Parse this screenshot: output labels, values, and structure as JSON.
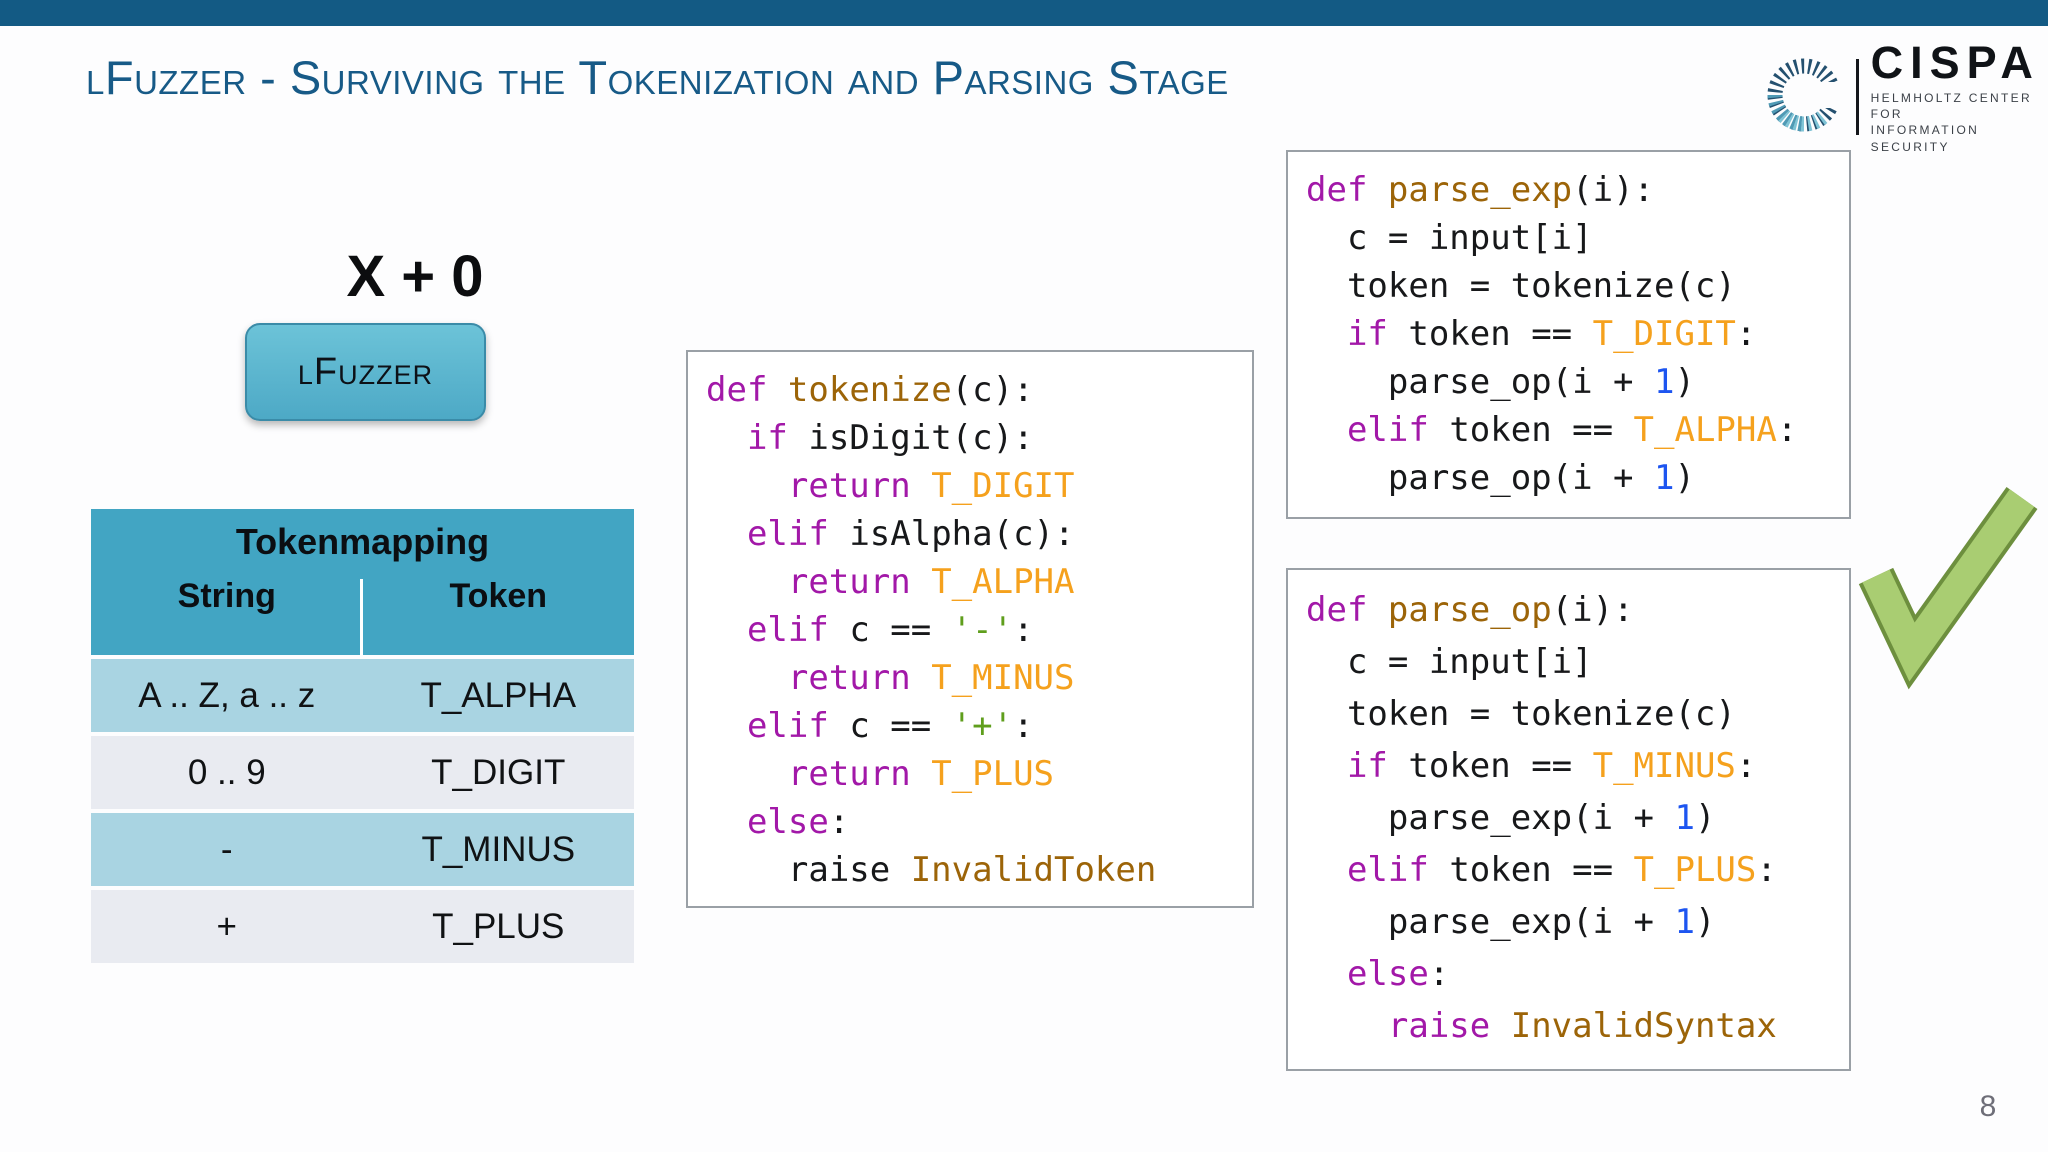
{
  "slide": {
    "title": "lFuzzer - Surviving the Tokenization and Parsing Stage",
    "page_number": "8"
  },
  "logo": {
    "name": "CISPA",
    "subtitle_line1": "HELMHOLTZ CENTER FOR",
    "subtitle_line2": "INFORMATION SECURITY"
  },
  "example": {
    "input": "X + 0",
    "tool_label": "lFuzzer"
  },
  "token_table": {
    "title": "Tokenmapping",
    "columns": [
      "String",
      "Token"
    ],
    "rows": [
      {
        "string": "A .. Z, a .. z",
        "token": "T_ALPHA"
      },
      {
        "string": "0 .. 9",
        "token": "T_DIGIT"
      },
      {
        "string": "-",
        "token": "T_MINUS"
      },
      {
        "string": "+",
        "token": "T_PLUS"
      }
    ]
  },
  "code": {
    "tokenize": [
      [
        [
          "k",
          "def"
        ],
        [
          "p",
          " "
        ],
        [
          "f",
          "tokenize"
        ],
        [
          "p",
          "(c):"
        ]
      ],
      [
        [
          "p",
          "  "
        ],
        [
          "k",
          "if"
        ],
        [
          "p",
          " isDigit(c):"
        ]
      ],
      [
        [
          "p",
          "    "
        ],
        [
          "k",
          "return"
        ],
        [
          "p",
          " "
        ],
        [
          "t",
          "T_DIGIT"
        ]
      ],
      [
        [
          "p",
          "  "
        ],
        [
          "k",
          "elif"
        ],
        [
          "p",
          " isAlpha(c):"
        ]
      ],
      [
        [
          "p",
          "    "
        ],
        [
          "k",
          "return"
        ],
        [
          "p",
          " "
        ],
        [
          "t",
          "T_ALPHA"
        ]
      ],
      [
        [
          "p",
          "  "
        ],
        [
          "k",
          "elif"
        ],
        [
          "p",
          " c == "
        ],
        [
          "s",
          "'-'"
        ],
        [
          "p",
          ":"
        ]
      ],
      [
        [
          "p",
          "    "
        ],
        [
          "k",
          "return"
        ],
        [
          "p",
          " "
        ],
        [
          "t",
          "T_MINUS"
        ]
      ],
      [
        [
          "p",
          "  "
        ],
        [
          "k",
          "elif"
        ],
        [
          "p",
          " c == "
        ],
        [
          "s",
          "'+'"
        ],
        [
          "p",
          ":"
        ]
      ],
      [
        [
          "p",
          "    "
        ],
        [
          "k",
          "return"
        ],
        [
          "p",
          " "
        ],
        [
          "t",
          "T_PLUS"
        ]
      ],
      [
        [
          "p",
          "  "
        ],
        [
          "k",
          "else"
        ],
        [
          "p",
          ":"
        ]
      ],
      [
        [
          "p",
          "    raise "
        ],
        [
          "f",
          "InvalidToken"
        ]
      ]
    ],
    "parse_exp": [
      [
        [
          "k",
          "def"
        ],
        [
          "p",
          " "
        ],
        [
          "f",
          "parse_exp"
        ],
        [
          "p",
          "(i):"
        ]
      ],
      [
        [
          "p",
          "  c = input[i]"
        ]
      ],
      [
        [
          "p",
          "  token = tokenize(c)"
        ]
      ],
      [
        [
          "p",
          "  "
        ],
        [
          "k",
          "if"
        ],
        [
          "p",
          " token == "
        ],
        [
          "t",
          "T_DIGIT"
        ],
        [
          "p",
          ":"
        ]
      ],
      [
        [
          "p",
          "    parse_op(i + "
        ],
        [
          "n",
          "1"
        ],
        [
          "p",
          ")"
        ]
      ],
      [
        [
          "p",
          "  "
        ],
        [
          "k",
          "elif"
        ],
        [
          "p",
          " token == "
        ],
        [
          "t",
          "T_ALPHA"
        ],
        [
          "p",
          ":"
        ]
      ],
      [
        [
          "p",
          "    parse_op(i + "
        ],
        [
          "n",
          "1"
        ],
        [
          "p",
          ")"
        ]
      ]
    ],
    "parse_op": [
      [
        [
          "k",
          "def"
        ],
        [
          "p",
          " "
        ],
        [
          "f",
          "parse_op"
        ],
        [
          "p",
          "(i):"
        ]
      ],
      [
        [
          "p",
          "  c = input[i]"
        ]
      ],
      [
        [
          "p",
          "  token = tokenize(c)"
        ]
      ],
      [
        [
          "p",
          "  "
        ],
        [
          "k",
          "if"
        ],
        [
          "p",
          " token == "
        ],
        [
          "t",
          "T_MINUS"
        ],
        [
          "p",
          ":"
        ]
      ],
      [
        [
          "p",
          "    parse_exp(i + "
        ],
        [
          "n",
          "1"
        ],
        [
          "p",
          ")"
        ]
      ],
      [
        [
          "p",
          "  "
        ],
        [
          "k",
          "elif"
        ],
        [
          "p",
          " token == "
        ],
        [
          "t",
          "T_PLUS"
        ],
        [
          "p",
          ":"
        ]
      ],
      [
        [
          "p",
          "    parse_exp(i + "
        ],
        [
          "n",
          "1"
        ],
        [
          "p",
          ")"
        ]
      ],
      [
        [
          "p",
          "  "
        ],
        [
          "k",
          "else"
        ],
        [
          "p",
          ":"
        ]
      ],
      [
        [
          "p",
          "    "
        ],
        [
          "k",
          "raise"
        ],
        [
          "p",
          " "
        ],
        [
          "f",
          "InvalidSyntax"
        ]
      ]
    ]
  },
  "icons": {
    "checkmark": "green-checkmark-icon",
    "logo_ring": "cispa-ring-icon"
  },
  "colors": {
    "topbar": "#135a84",
    "title": "#175a87",
    "table_header": "#42a5c3",
    "table_row_teal": "#a9d4e2",
    "table_row_gray": "#e9ebf1",
    "button_fill": "#55b2cb",
    "code_keyword": "#a218a8",
    "code_function": "#9c6408",
    "code_token": "#f5a11d",
    "code_string": "#5f9e1c",
    "code_number": "#1d55f0",
    "checkmark_green": "#a9cd72"
  }
}
